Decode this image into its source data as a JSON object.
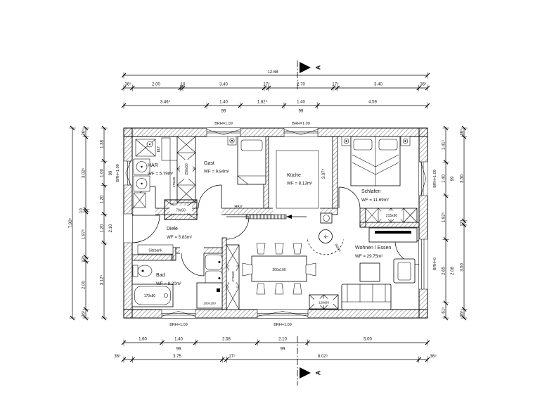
{
  "drawing": {
    "kind": "architectural floor plan"
  },
  "section": {
    "label": "A"
  },
  "dims": {
    "top_overall": "12.68",
    "top_chain1": [
      "36⁵",
      "2.00",
      "10",
      "3.40",
      "17⁵",
      "2.70",
      "17⁵",
      "3.40",
      "36⁵"
    ],
    "top_chain2": [
      "3.46⁵",
      "1.40",
      "1.82⁵",
      "1.40",
      "4.59"
    ],
    "top_sub": [
      "99",
      "99"
    ],
    "bottom_chain1": [
      "1.60",
      "1.40",
      "2.58",
      "2.10",
      "5.00"
    ],
    "bottom_sub": [
      "99",
      "99"
    ],
    "bottom_chain2": [
      "36⁵",
      "3.75",
      "17⁵",
      "8.02⁵",
      "36⁵"
    ],
    "left_overall": "7.90⁵",
    "left_chain1": [
      "36⁵",
      "3.02⁵",
      "10",
      "1.87⁵",
      "17⁵",
      "2.00",
      "36⁵"
    ],
    "left_chain2": [
      "1.38",
      "1.00",
      "1.20",
      "1.20",
      "3.12⁵"
    ],
    "left_sub": [
      "99",
      "2.10"
    ],
    "right_chain1": [
      "1.41⁵",
      "1.40",
      "1.82⁵",
      "2.65",
      "61⁵"
    ],
    "right_sub": [
      "99",
      "2.08"
    ],
    "right_chain2": [
      "36⁵",
      "3.50",
      "17⁵",
      "3.50",
      "36⁵"
    ],
    "kitchen_depth": "3.07⁵"
  },
  "sills": {
    "top_left": "BRH=1.09",
    "top_right": "BRH=1.09",
    "left": "BRH=1.09",
    "right_window": "BRH=1.09",
    "right_door": "BRH=0",
    "bottom_left": "BRH=1.09",
    "bottom_right": "BRH=1.09"
  },
  "rooms": {
    "har": {
      "name": "HAR",
      "area": "WF = 5.79m²"
    },
    "gast": {
      "name": "Gast",
      "area": "WF = 9.84m²"
    },
    "kueche": {
      "name": "Küche",
      "area": "WF = 8.13m²"
    },
    "schlafen": {
      "name": "Schlafen",
      "area": "WF = 11.69m²"
    },
    "diele": {
      "name": "Diele",
      "area": "WF = 5.83m²"
    },
    "bad": {
      "name": "Bad",
      "area": "WF = 8.20m²"
    },
    "wohnen": {
      "name": "Wohnen / Essen",
      "area": "WF = 29.75m²"
    }
  },
  "fixtures": {
    "elt": "ELT",
    "shaft": "250x50",
    "duct": "170x36",
    "chimney": "70x50",
    "hkv": "HKV",
    "sitzbank": "Sitzbank",
    "bathtub": "170x80",
    "shower": "100x100",
    "wardrobe_bad": "270x60",
    "wardrobe_schlafen": "215x60",
    "dining_table": "200x100",
    "living_cabinet": "120x50",
    "stove": "K",
    "stove_radius": "80cm"
  }
}
